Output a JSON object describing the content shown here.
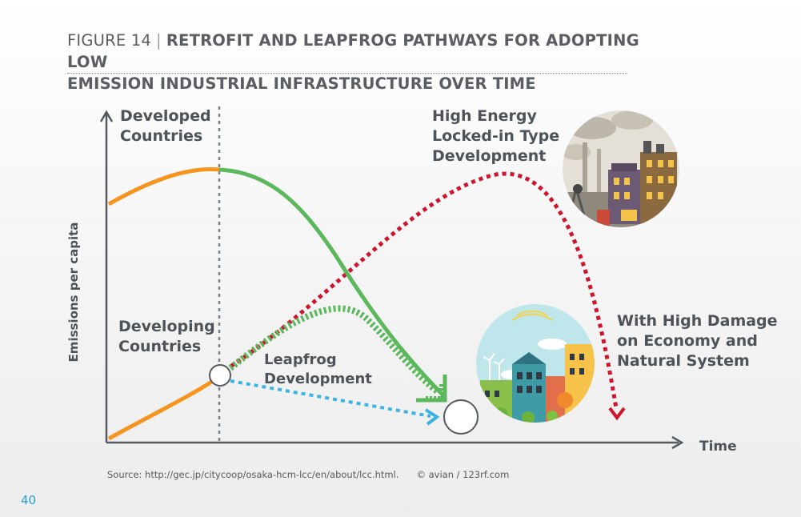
{
  "header": {
    "figure_label": "FIGURE 14",
    "separator": "|",
    "title_line1": "RETROFIT AND LEAPFROG PATHWAYS FOR ADOPTING LOW",
    "title_line2": "EMISSION INDUSTRIAL INFRASTRUCTURE OVER TIME"
  },
  "axes": {
    "y_label": "Emissions per capita",
    "x_label": "Time"
  },
  "labels": {
    "developed": "Developed\nCountries",
    "developing": "Developing\nCountries",
    "high_energy": "High Energy\nLocked-in Type\nDevelopment",
    "high_damage": "With High Damage\non Economy and\nNatural System",
    "leapfrog": "Leapfrog\nDevelopment"
  },
  "footer": {
    "source": "Source: http://gec.jp/citycoop/osaka-hcm-lcc/en/about/lcc.html.",
    "credit": "© avian / 123rf.com",
    "page_number": "40"
  },
  "colors": {
    "orange": "#f7941d",
    "green": "#5cb85c",
    "red": "#d0142c",
    "blue": "#3bb4e5",
    "text": "#4d5358"
  },
  "illustrations": [
    "polluted-city-illustration",
    "green-city-illustration"
  ]
}
